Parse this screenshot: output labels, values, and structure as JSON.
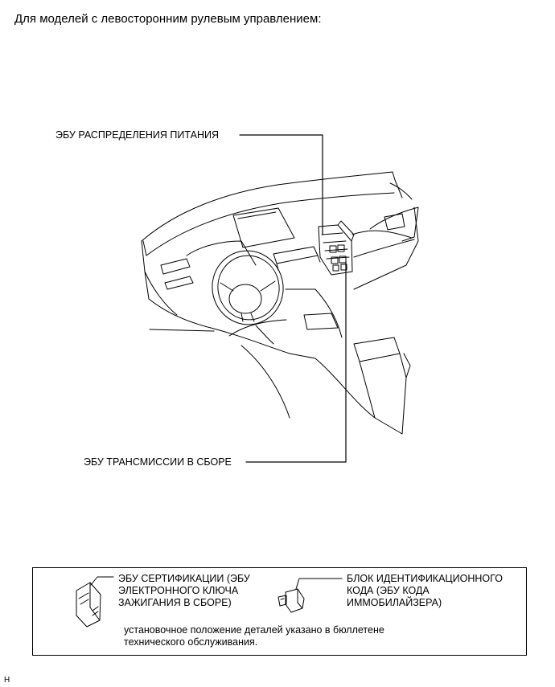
{
  "heading": "Для моделей с левосторонним рулевым управлением:",
  "callouts": {
    "power_distribution_ecu": "ЭБУ РАСПРЕДЕЛЕНИЯ ПИТАНИЯ",
    "transmission_ecu": "ЭБУ ТРАНСМИССИИ В СБОРЕ"
  },
  "legend": {
    "certification_ecu": "ЭБУ СЕРТИФИКАЦИИ (ЭБУ ЭЛЕКТРОННОГО КЛЮЧА ЗАЖИГАНИЯ В СБОРЕ)",
    "immobiliser_block": "БЛОК ИДЕНТИФИКАЦИОННОГО КОДА (ЭБУ КОДА ИММОБИЛАЙЗЕРА)",
    "note": "установочное положение деталей указано в бюллетене технического обслуживания."
  },
  "corner_mark": "H"
}
